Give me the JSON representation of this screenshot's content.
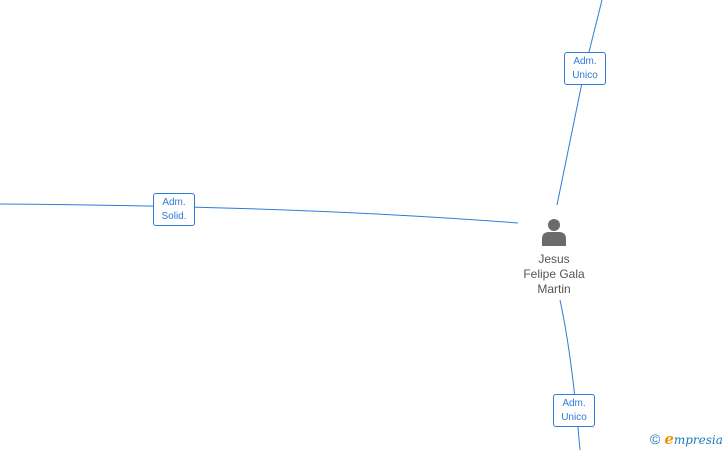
{
  "person": {
    "name_lines": [
      "Jesus",
      "Felipe Gala",
      "Martin"
    ]
  },
  "edges": [
    {
      "role_line1": "Adm.",
      "role_line2": "Unico"
    },
    {
      "role_line1": "Adm.",
      "role_line2": "Solid."
    },
    {
      "role_line1": "Adm.",
      "role_line2": "Unico"
    }
  ],
  "watermark": {
    "symbol": "©",
    "brand_initial": "e",
    "brand_rest": "mpresia"
  },
  "colors": {
    "edge": "#2f7bd6",
    "person_icon": "#6b6b6b",
    "brand_blue": "#1a7bbf",
    "brand_orange": "#f39200"
  }
}
